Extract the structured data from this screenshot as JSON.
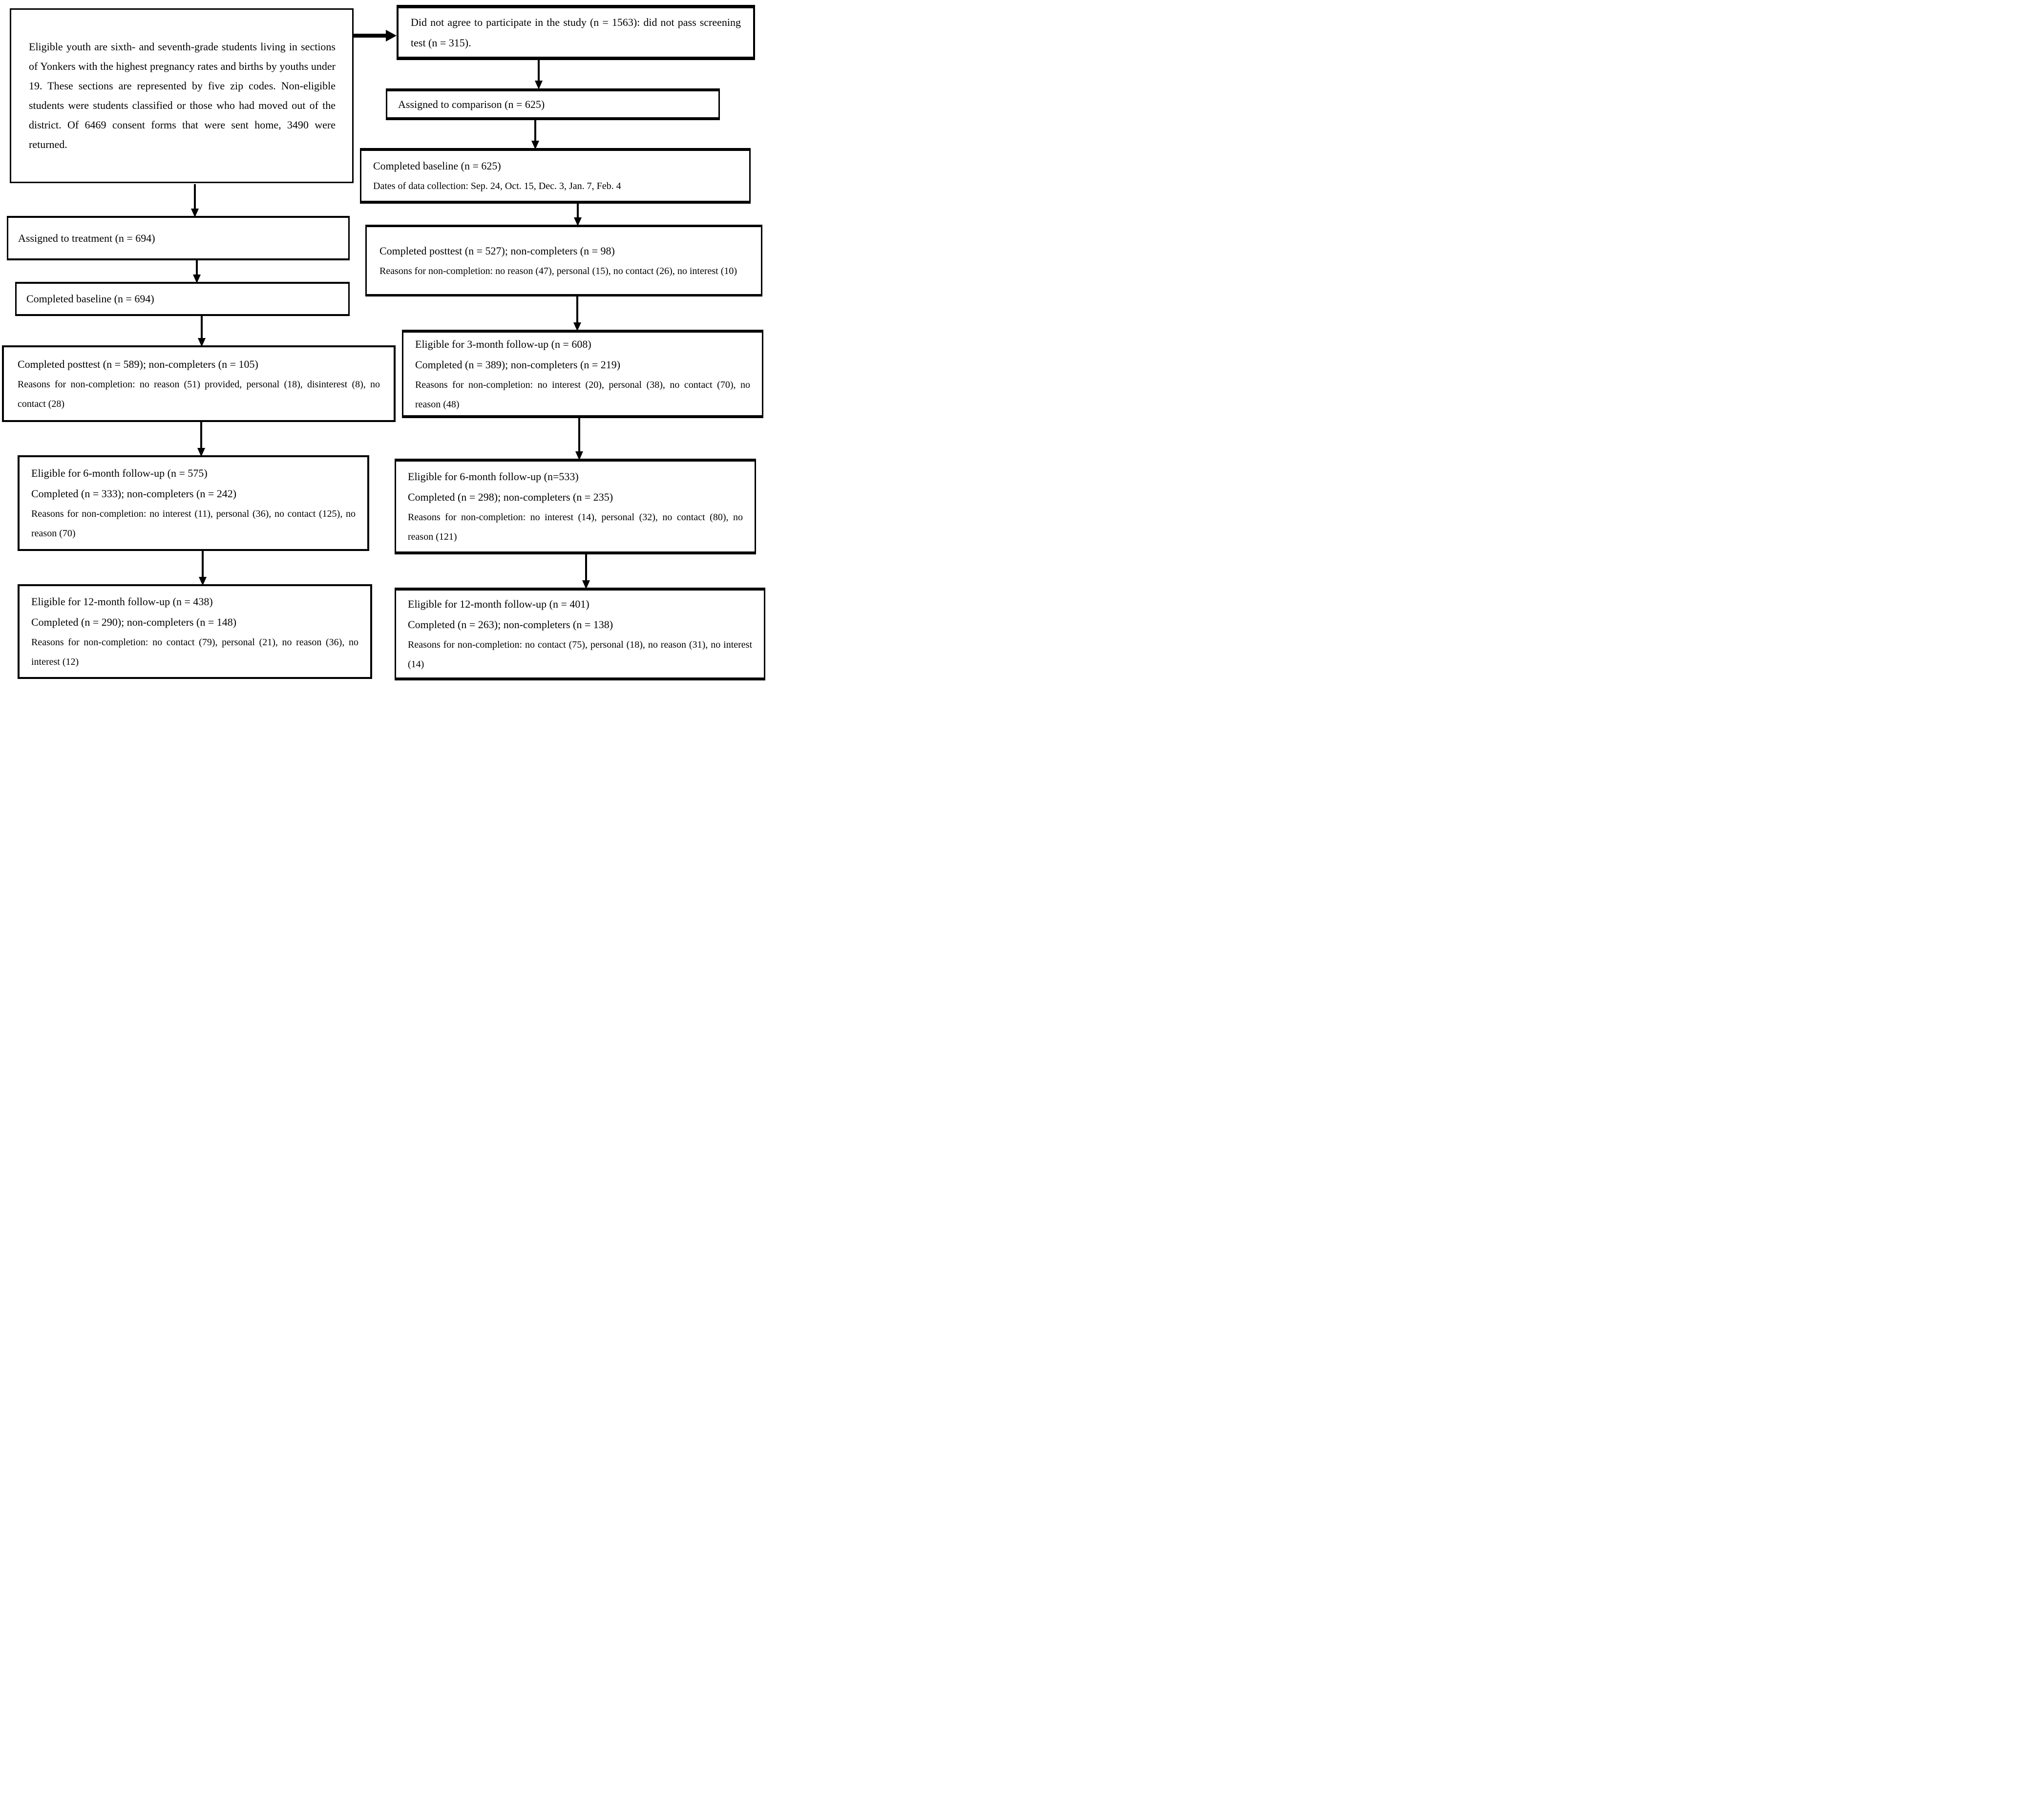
{
  "diagram": {
    "title": "Participant flow diagram: treatment and comparison groups",
    "colors": {
      "ink": "#000000",
      "background": "#ffffff"
    },
    "left": {
      "eligibility": {
        "lines": [
          "Eligible youth are sixth- and seventh-grade students living in sections of Yonkers with the highest pregnancy rates and births by youths under 19. These sections are represented by five zip codes. Non-eligible students were students classified or those who had moved out of the district. Of 6469 consent forms that were sent home, 3490 were returned."
        ]
      },
      "assigned_treatment": {
        "lines": [
          "Assigned to treatment (n = 694)"
        ]
      },
      "completed_baseline": {
        "lines": [
          "Completed baseline (n = 694)"
        ]
      },
      "completed_posttest": {
        "lines": [
          "Completed posttest (n = 589); non-completers (n = 105)",
          "Reasons for non-completion: no reason (51) provided, personal (18), disinterest (8), no contact (28)"
        ]
      },
      "followup_6mo": {
        "lines": [
          "Eligible for 6-month follow-up (n = 575)",
          "Completed (n = 333); non-completers (n = 242)",
          "Reasons for non-completion: no interest (11), personal (36), no contact (125), no reason (70)"
        ]
      },
      "followup_12mo": {
        "lines": [
          "Eligible for 12-month follow-up (n = 438)",
          "Completed (n = 290); non-completers (n = 148)",
          "Reasons for non-completion: no contact (79), personal (21), no reason (36), no interest (12)"
        ]
      }
    },
    "right": {
      "did_not_agree": {
        "lines": [
          "Did not agree to participate in the study (n = 1563): did not pass screening test (n = 315)."
        ]
      },
      "assigned_comparison": {
        "lines": [
          "Assigned to comparison (n = 625)"
        ]
      },
      "completed_baseline": {
        "lines": [
          "Completed baseline (n = 625)",
          "Dates of data collection: Sep. 24, Oct. 15, Dec. 3, Jan. 7, Feb. 4"
        ]
      },
      "completed_posttest": {
        "lines": [
          "Completed posttest (n = 527); non-completers (n = 98)",
          "Reasons for non-completion: no reason (47), personal (15), no contact (26), no interest (10)"
        ]
      },
      "followup_3mo": {
        "lines": [
          "Eligible for 3-month follow-up (n = 608)",
          "Completed (n = 389); non-completers (n = 219)",
          "Reasons for non-completion: no interest (20), personal (38), no contact (70), no reason (48)"
        ]
      },
      "followup_6mo": {
        "lines": [
          "Eligible for 6-month follow-up (n=533)",
          "Completed (n = 298); non-completers (n = 235)",
          "Reasons for non-completion: no interest (14), personal (32), no contact (80), no reason (121)"
        ]
      },
      "followup_12mo": {
        "lines": [
          "Eligible for 12-month follow-up (n = 401)",
          "Completed (n = 263); non-completers (n = 138)",
          "Reasons for non-completion: no contact (75), personal (18), no reason (31), no interest (14)"
        ]
      }
    }
  }
}
